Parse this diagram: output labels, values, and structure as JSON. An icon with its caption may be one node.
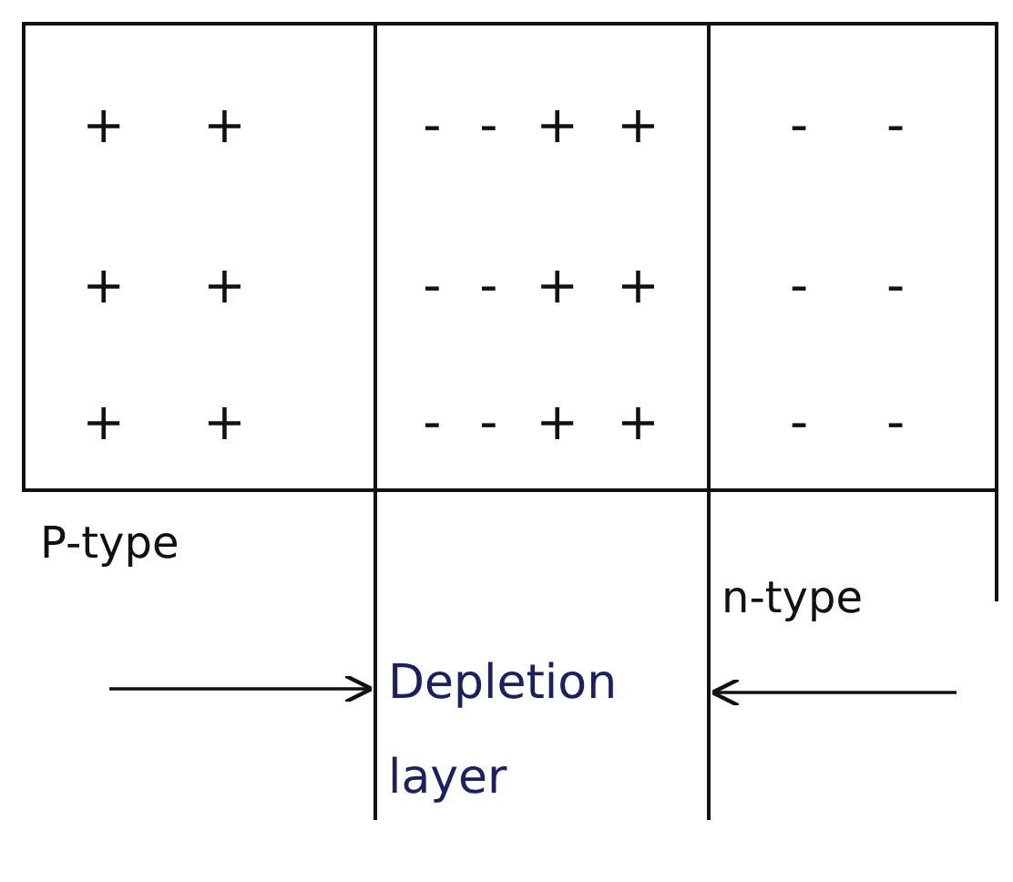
{
  "diagram": {
    "nodes": [
      {
        "text": [
          "P-type"
        ]
      },
      {
        "text": [
          "Depletion layer"
        ]
      },
      {
        "text": [
          "n-type"
        ]
      }
    ],
    "edges": [
      {
        "from": null,
        "to": 1,
        "arrow": "to"
      },
      {
        "from": null,
        "to": 1,
        "arrow": "to"
      }
    ],
    "labels": [
      "+ +",
      "- - + +",
      "- -",
      "+ +",
      "- - + +",
      "- -",
      "+ +",
      "- - + +",
      "- -"
    ]
  }
}
